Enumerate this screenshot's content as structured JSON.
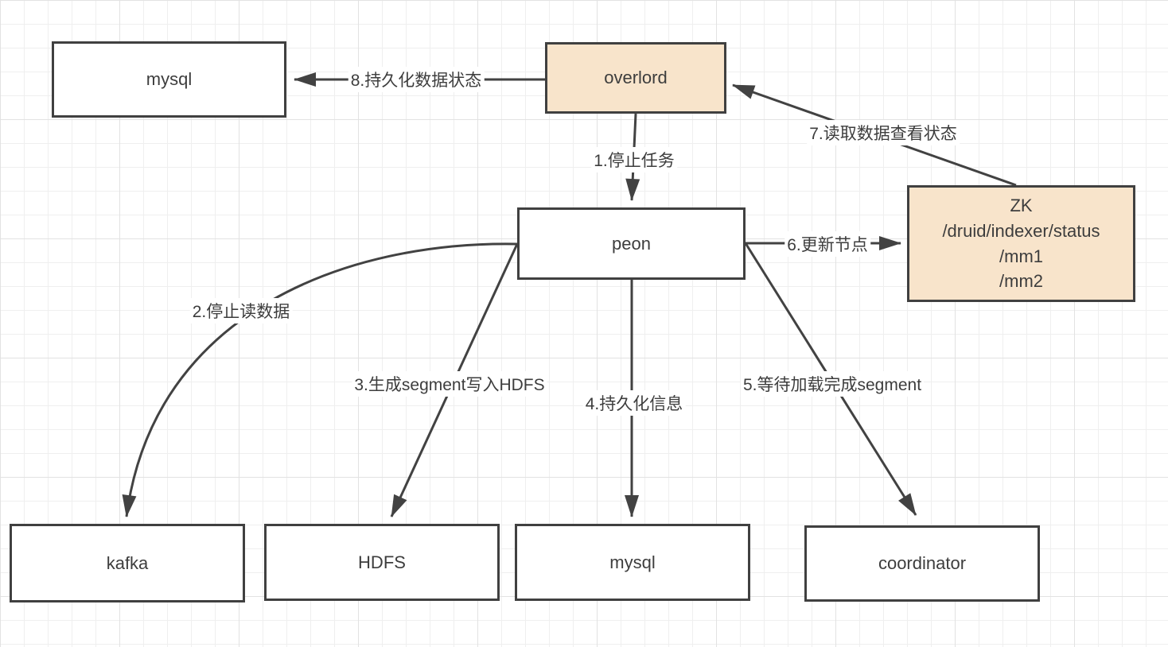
{
  "colors": {
    "accent_fill": "#f8e4cb",
    "node_fill": "#ffffff",
    "border": "#404040",
    "edge": "#424242",
    "text": "#3d3d3d",
    "label_bg": "#ffffff",
    "grid_minor": "#efefef",
    "grid_major": "#e2e2e2"
  },
  "nodes": {
    "mysql_top": {
      "label": "mysql"
    },
    "overlord": {
      "label": "overlord"
    },
    "peon": {
      "label": "peon"
    },
    "zk": {
      "title": "ZK",
      "path": "/druid/indexer/status",
      "child1": "/mm1",
      "child2": "/mm2"
    },
    "kafka": {
      "label": "kafka"
    },
    "hdfs": {
      "label": "HDFS"
    },
    "mysql_bottom": {
      "label": "mysql"
    },
    "coordinator": {
      "label": "coordinator"
    }
  },
  "edges": {
    "stop_task": {
      "label": "1.停止任务"
    },
    "stop_reading": {
      "label": "2.停止读数据"
    },
    "write_segment": {
      "label": "3.生成segment写入HDFS"
    },
    "persist_info": {
      "label": "4.持久化信息"
    },
    "wait_segment": {
      "label": "5.等待加载完成segment"
    },
    "update_node": {
      "label": "6.更新节点"
    },
    "read_status": {
      "label": "7.读取数据查看状态"
    },
    "persist_state": {
      "label": "8.持久化数据状态"
    }
  }
}
